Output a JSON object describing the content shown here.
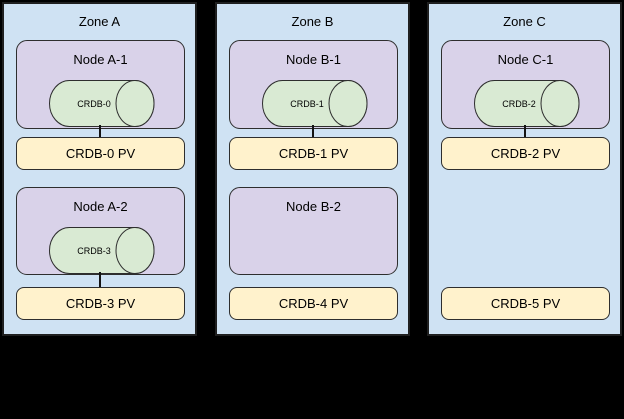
{
  "diagram": {
    "description": "Three availability zones with Kubernetes nodes hosting CRDB pods and persistent volumes",
    "background_color": "#000000",
    "colors": {
      "zone_fill": "#cfe2f3",
      "node_fill": "#d9d2e9",
      "pod_fill": "#d9ead3",
      "pv_fill": "#fff2cc",
      "border": "#2e2e2e"
    },
    "zones": [
      {
        "title": "Zone A",
        "rows": [
          {
            "node": {
              "title": "Node A-1",
              "pod": "CRDB-0",
              "connected_to_pv": true
            },
            "pv": "CRDB-0 PV"
          },
          {
            "node": {
              "title": "Node A-2",
              "pod": "CRDB-3",
              "connected_to_pv": true
            },
            "pv": "CRDB-3 PV"
          }
        ]
      },
      {
        "title": "Zone B",
        "rows": [
          {
            "node": {
              "title": "Node B-1",
              "pod": "CRDB-1",
              "connected_to_pv": true
            },
            "pv": "CRDB-1 PV"
          },
          {
            "node": {
              "title": "Node B-2",
              "pod": null,
              "connected_to_pv": false
            },
            "pv": "CRDB-4 PV"
          }
        ]
      },
      {
        "title": "Zone C",
        "rows": [
          {
            "node": {
              "title": "Node C-1",
              "pod": "CRDB-2",
              "connected_to_pv": true
            },
            "pv": "CRDB-2 PV"
          },
          {
            "node": null,
            "pv": "CRDB-5 PV"
          }
        ]
      }
    ]
  }
}
